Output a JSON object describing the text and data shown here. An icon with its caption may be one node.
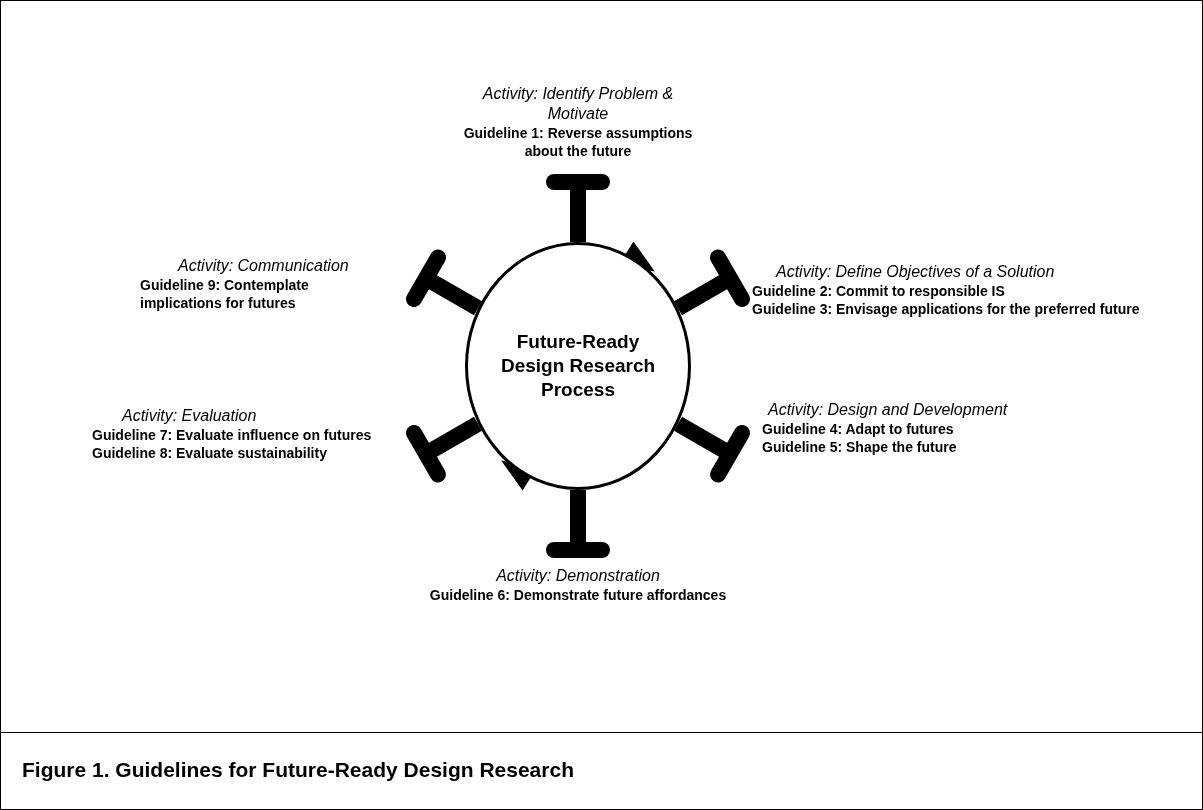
{
  "diagram": {
    "caption": "Figure 1. Guidelines for Future-Ready Design Research",
    "nodes": [
      {
        "text": [
          "Future-Ready Design Research Process"
        ]
      },
      {
        "text": [
          "Activity: Identify Problem & Motivate",
          "Guideline 1: Reverse assumptions about the future"
        ]
      },
      {
        "text": [
          "Activity: Define Objectives of a Solution",
          "Guideline 2: Commit to responsible IS",
          "Guideline 3: Envisage applications for the preferred future"
        ]
      },
      {
        "text": [
          "Activity: Design and Development",
          "Guideline 4: Adapt to futures",
          "Guideline 5: Shape the future"
        ]
      },
      {
        "text": [
          "Activity: Demonstration",
          "Guideline 6: Demonstrate future affordances"
        ]
      },
      {
        "text": [
          "Activity: Evaluation",
          "Guideline 7: Evaluate influence on futures",
          "Guideline 8: Evaluate sustainability"
        ]
      },
      {
        "text": [
          "Activity: Communication",
          "Guideline 9: Contemplate implications for futures"
        ]
      }
    ],
    "edges": [
      {
        "from": 0,
        "to": 1,
        "arrow": "other"
      },
      {
        "from": 0,
        "to": 2,
        "arrow": "other"
      },
      {
        "from": 0,
        "to": 3,
        "arrow": "other"
      },
      {
        "from": 0,
        "to": 4,
        "arrow": "other"
      },
      {
        "from": 0,
        "to": 5,
        "arrow": "other"
      },
      {
        "from": 0,
        "to": 6,
        "arrow": "other"
      }
    ]
  }
}
